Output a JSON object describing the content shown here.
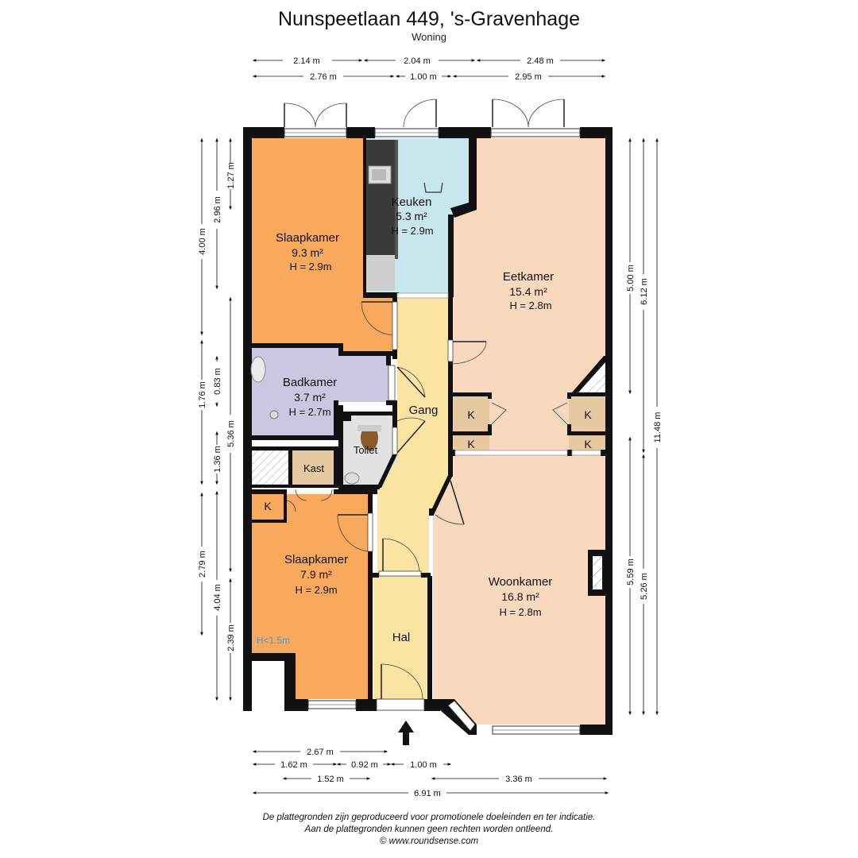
{
  "header": {
    "title": "Nunspeetlaan 449, 's-Gravenhage",
    "subtitle": "Woning"
  },
  "rooms": {
    "slaapkamer1": {
      "name": "Slaapkamer",
      "area": "9.3 m²",
      "height": "H = 2.9m"
    },
    "keuken": {
      "name": "Keuken",
      "area": "5.3 m²",
      "height": "H = 2.9m"
    },
    "eetkamer": {
      "name": "Eetkamer",
      "area": "15.4 m²",
      "height": "H = 2.8m"
    },
    "badkamer": {
      "name": "Badkamer",
      "area": "3.7 m²",
      "height": "H = 2.7m"
    },
    "gang": {
      "name": "Gang"
    },
    "toilet": {
      "name": "Toilet"
    },
    "kast": {
      "name": "Kast"
    },
    "slaapkamer2": {
      "name": "Slaapkamer",
      "area": "7.9 m²",
      "height": "H = 2.9m",
      "note": "H<1.5m"
    },
    "woonkamer": {
      "name": "Woonkamer",
      "area": "16.8 m²",
      "height": "H = 2.8m"
    },
    "hal": {
      "name": "Hal"
    },
    "closet_label": "K"
  },
  "dimensions": {
    "top_row1": [
      "2.14 m",
      "2.04 m",
      "2.48 m"
    ],
    "top_row2": [
      "2.76 m",
      "1.00 m",
      "2.95 m"
    ],
    "left_outer": [
      "4.00 m",
      "1.76 m",
      "2.79 m"
    ],
    "left_mid": [
      "2.96 m",
      "0.83 m",
      "1.36 m",
      "4.04 m"
    ],
    "left_inner": [
      "1.27 m",
      "5.36 m",
      "2.39 m"
    ],
    "right_inner": [
      "5.00 m",
      "5.59 m"
    ],
    "right_mid": [
      "6.12 m",
      "5.26 m"
    ],
    "right_outer": "11.48 m",
    "bottom_row1": [
      "2.67 m"
    ],
    "bottom_row2": [
      "1.62 m",
      "0.92 m",
      "1.00 m"
    ],
    "bottom_row3": [
      "1.52 m",
      "3.36 m"
    ],
    "bottom_total": "6.91 m"
  },
  "footer": {
    "line1": "De plattegronden zijn geproduceerd voor promotionele doeleinden en ter indicatie.",
    "line2": "Aan de plattegronden kunnen geen rechten worden ontleend.",
    "line3": "© www.roundsense.com"
  },
  "colors": {
    "bedroom": "#f8a95c",
    "kitchen": "#c8e6ee",
    "living": "#f9d9bd",
    "bathroom": "#c9c8e0",
    "hallway": "#fae4a1",
    "storage": "#e6c9a0",
    "toilet": "#e2e2e2",
    "wall": "#111111"
  }
}
